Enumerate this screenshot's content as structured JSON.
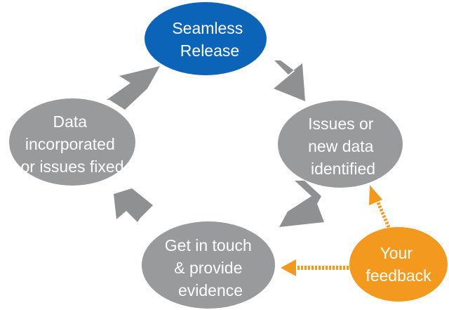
{
  "nodes": {
    "release": {
      "lines": [
        "Seamless",
        "Release"
      ],
      "color": "#0b64b8"
    },
    "issues": {
      "lines": [
        "Issues or",
        "new data",
        "identified"
      ],
      "color": "#999a9b"
    },
    "contact": {
      "lines": [
        "Get in touch",
        "& provide",
        "evidence"
      ],
      "color": "#999a9b"
    },
    "fixed": {
      "lines": [
        "Data",
        "incorporated",
        "or issues fixed"
      ],
      "color": "#999a9b"
    },
    "feedback": {
      "lines": [
        "Your",
        "feedback"
      ],
      "color": "#f39a1e"
    }
  },
  "arrow_colors": {
    "cycle": "#8f9092",
    "feedback": "#f39a1e"
  }
}
